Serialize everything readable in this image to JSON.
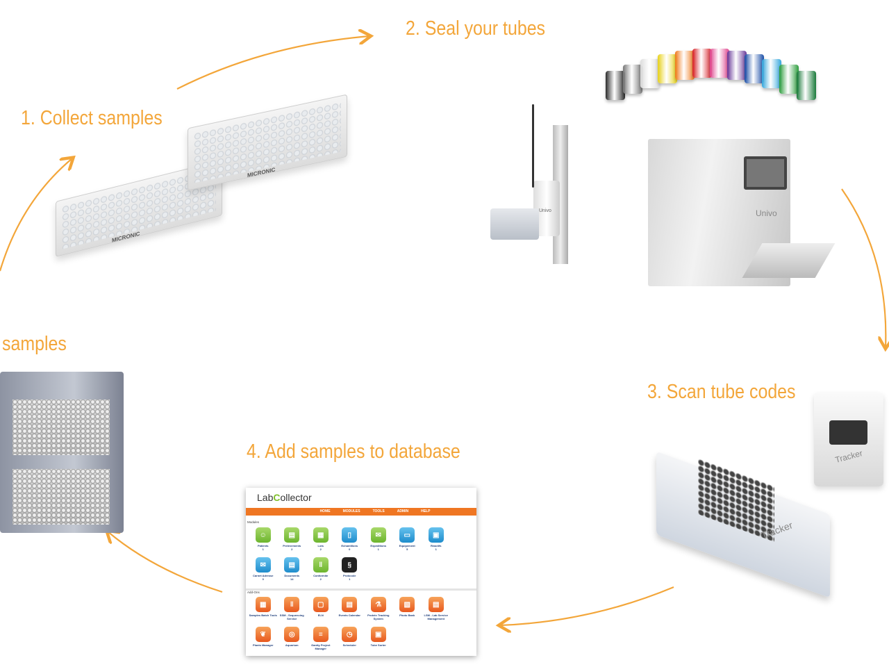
{
  "steps": {
    "collect": "1. Collect samples",
    "seal": "2. Seal your tubes",
    "scan": "3. Scan tube codes",
    "database": "4. Add samples to database",
    "store": "samples"
  },
  "product_labels": {
    "plate_brand": "MICRONIC",
    "capper_brand": "Univo",
    "sealer_brand": "Univo",
    "tracker_brand": "Tracker"
  },
  "labcollector": {
    "logo_left": "Lab",
    "logo_right": "ollector",
    "nav": [
      "HOME",
      "MODULES",
      "TOOLS",
      "ADMIN",
      "HELP"
    ],
    "modules_title": "Modules",
    "modules": [
      {
        "label": "Patients",
        "count": "1",
        "icon": "person-icon",
        "color": "g"
      },
      {
        "label": "Prelevements",
        "count": "2",
        "icon": "document-icon",
        "color": "g"
      },
      {
        "label": "Lots",
        "count": "2",
        "icon": "grid-icon",
        "color": "g"
      },
      {
        "label": "Echantillons",
        "count": "0",
        "icon": "tube-icon",
        "color": "b"
      },
      {
        "label": "Expeditions",
        "count": "1",
        "icon": "envelope-icon",
        "color": "g"
      },
      {
        "label": "Equipement",
        "count": "5",
        "icon": "monitor-icon",
        "color": "b"
      },
      {
        "label": "Reactifs",
        "count": "1",
        "icon": "bottles-icon",
        "color": "b"
      },
      {
        "label": "Carnet Adresse",
        "count": "0",
        "icon": "envelope-icon",
        "color": "b"
      },
      {
        "label": "Documents",
        "count": "14",
        "icon": "document-icon",
        "color": "b"
      },
      {
        "label": "Conformite",
        "count": "2",
        "icon": "tubes-icon",
        "color": "g"
      },
      {
        "label": "Protocole",
        "count": "1",
        "icon": "dna-icon",
        "color": "k"
      }
    ],
    "addons_title": "Add-Ons",
    "addons": [
      {
        "label": "Samples Batch Tools",
        "icon": "batch-icon"
      },
      {
        "label": "SSM - Sequencing Service",
        "icon": "sequencing-icon"
      },
      {
        "label": "ELN",
        "icon": "notebook-icon"
      },
      {
        "label": "Events Calendar",
        "icon": "calendar-icon"
      },
      {
        "label": "Protein Tracking System",
        "icon": "protein-icon"
      },
      {
        "label": "Photo Bank",
        "icon": "photo-icon"
      },
      {
        "label": "LSM - Lab Service Management",
        "icon": "lsm-icon"
      },
      {
        "label": "Plants Manager",
        "icon": "leaf-icon"
      },
      {
        "label": "Aquarium",
        "icon": "fish-icon"
      },
      {
        "label": "Gantty Project Manager",
        "icon": "gantt-icon"
      },
      {
        "label": "Scheduler",
        "icon": "clock-icon"
      },
      {
        "label": "Tube Sorter",
        "icon": "sorter-icon"
      }
    ]
  },
  "cap_colors": [
    "#2b2b2b",
    "#777",
    "#ddd",
    "#e8d21a",
    "#f07a1c",
    "#d8232a",
    "#e0458f",
    "#6a3a9a",
    "#1c4fa8",
    "#35a8dd",
    "#2e9e3e",
    "#1a7a3a"
  ]
}
